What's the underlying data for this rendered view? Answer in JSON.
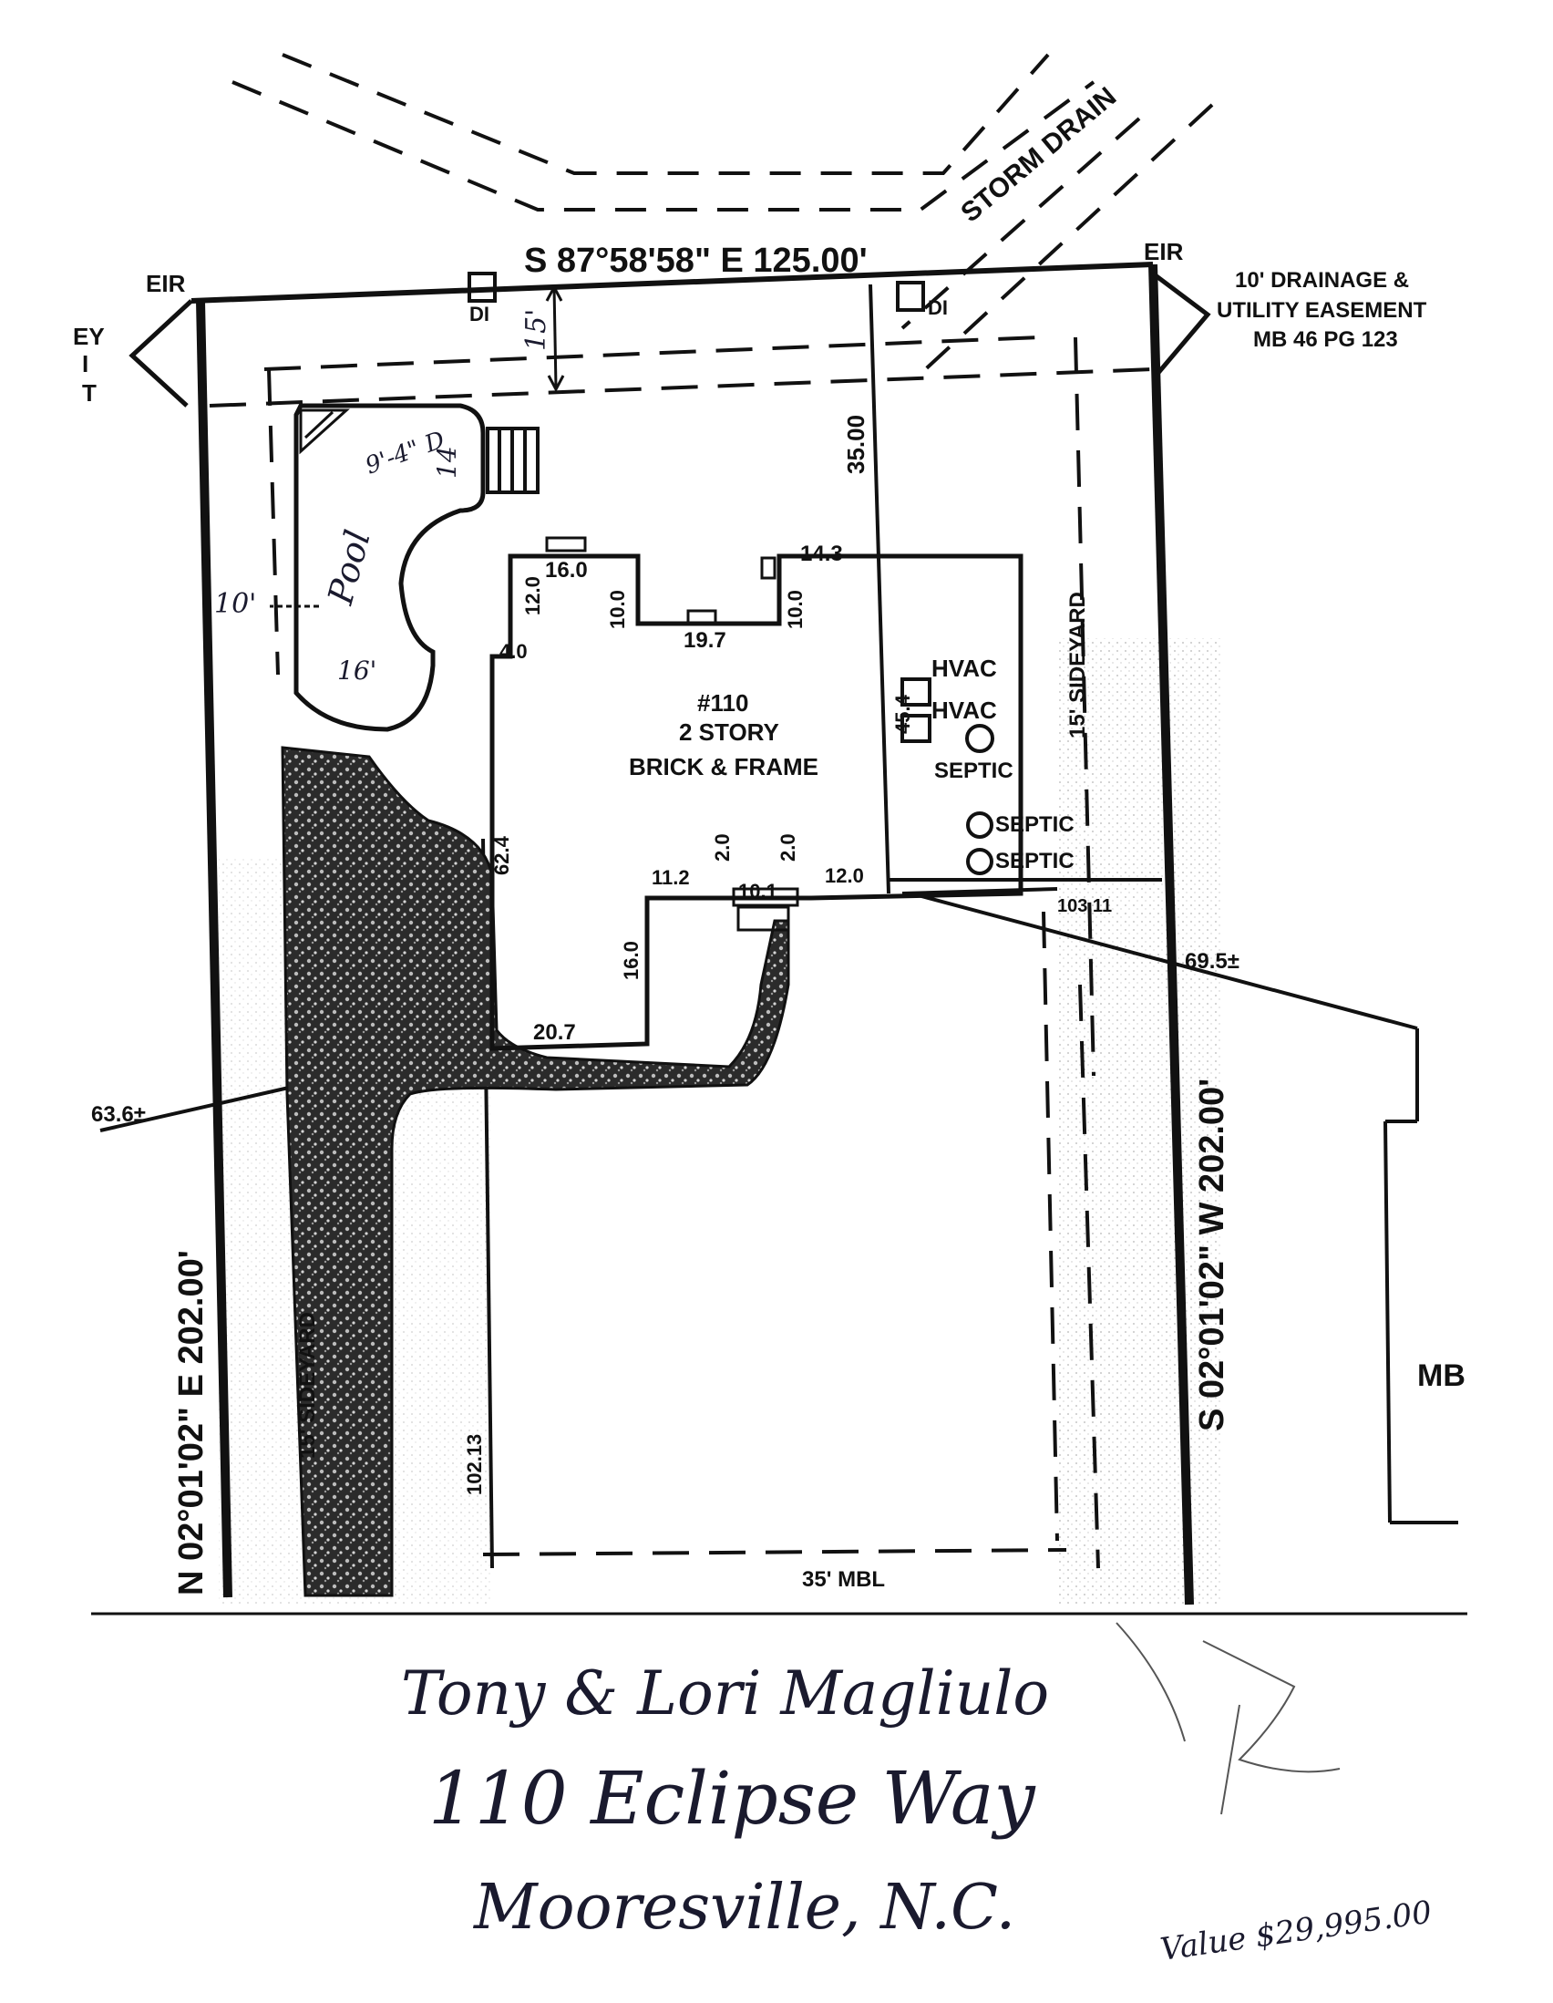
{
  "survey": {
    "street_labels": {
      "storm_drain": "STORM DRAIN"
    },
    "boundary": {
      "north_bearing": "S 87°58'58\" E 125.00'",
      "west_bearing": "N 02°01'02\" E 202.00'",
      "east_bearing": "S 02°01'02\" W 202.00'"
    },
    "corner_markers": [
      "EIR",
      "EIR"
    ],
    "easement": {
      "line1": "10' DRAINAGE &",
      "line2": "UTILITY EASEMENT",
      "line3": "MB 46 PG 123"
    },
    "left_partial_labels": [
      "EY",
      "I",
      "T"
    ],
    "drop_inlets": [
      "DI",
      "DI"
    ],
    "dims": {
      "front_setback": "15'",
      "east_front": "35.00",
      "pool_corner": "9'-4\" D",
      "pool_14": "14",
      "pool_side": "10'",
      "pool_width": "16'",
      "house_16": "16.0",
      "house_12": "12.0",
      "house_10a": "10.0",
      "house_197": "19.7",
      "house_10b": "10.0",
      "house_143": "14.3",
      "house_40": "4.0",
      "house_454": "45.4",
      "house_624": "62.4",
      "house_112": "11.2",
      "house_20a": "2.0",
      "house_20b": "2.0",
      "house_101": "10.1",
      "house_120": "12.0",
      "house_160": "16.0",
      "house_207": "20.7",
      "rear_left": "102.13",
      "rear_right": "103.11",
      "diag_left": "63.6±",
      "diag_right": "69.5±",
      "sideyard": "15' SIDEYARD",
      "rear_setback": "35' MBL"
    },
    "pool_label": "Pool",
    "house": {
      "number": "#110",
      "line2": "2 STORY",
      "line3": "BRICK & FRAME"
    },
    "equipment": [
      "HVAC",
      "HVAC",
      "SEPTIC",
      "SEPTIC",
      "SEPTIC"
    ],
    "driveway_label": "15' SIDEYARD",
    "neighbor_label": "MB"
  },
  "handwritten": {
    "owner": "Tony & Lori Magliulo",
    "street": "110 Eclipse Way",
    "city": "Mooresville, N.C.",
    "value": "Value $29,995.00"
  },
  "colors": {
    "ink": "#111111",
    "pen": "#1a1a2e",
    "driveway": "#3a3a3a"
  }
}
